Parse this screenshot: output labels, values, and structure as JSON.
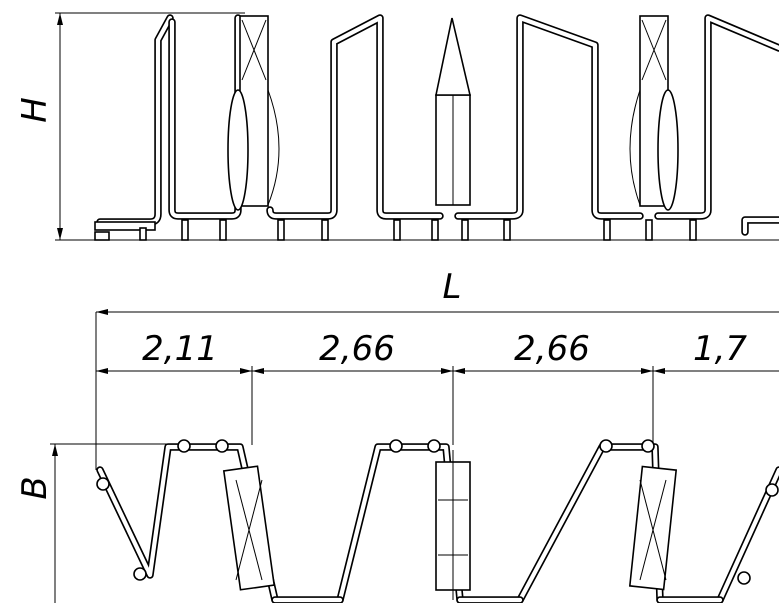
{
  "labels": {
    "height": "H",
    "length": "L",
    "width": "B"
  },
  "segments": [
    "2,11",
    "2,66",
    "2,66",
    "1,7"
  ]
}
